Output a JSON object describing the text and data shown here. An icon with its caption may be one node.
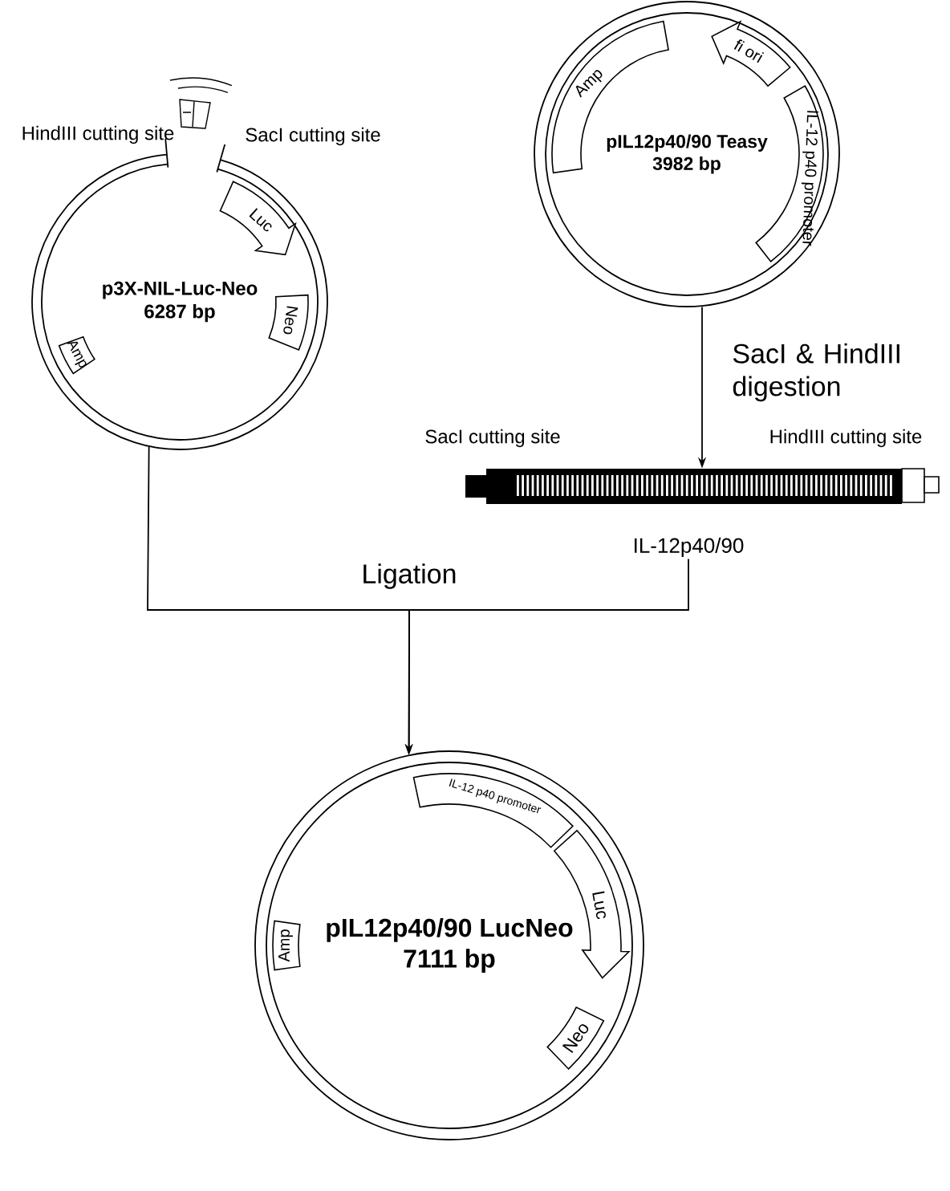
{
  "diagram": {
    "nodes": [
      {
        "text": [
          "p3X-NIL-Luc-Neo",
          "6287 bp"
        ]
      },
      {
        "text": [
          "Luc"
        ],
        "in": 0
      },
      {
        "text": [
          "Neo"
        ],
        "in": 0
      },
      {
        "text": [
          "Amp"
        ],
        "in": 0
      },
      {
        "text": [
          "pIL12p40/90 Teasy",
          "3982 bp"
        ]
      },
      {
        "text": [
          "Amp"
        ],
        "in": 4
      },
      {
        "text": [
          "fi ori"
        ],
        "in": 4
      },
      {
        "text": [
          "IL-12 p40 promoter"
        ],
        "in": 4
      },
      {
        "text": [],
        "shape": "bar"
      },
      {
        "text": [
          "IL-12p40/90"
        ]
      },
      {
        "text": [
          "pIL12p40/90 LucNeo",
          "7111 bp"
        ]
      },
      {
        "text": [
          "IL-12 p40 promoter"
        ],
        "in": 10
      },
      {
        "text": [
          "Luc"
        ],
        "in": 10
      },
      {
        "text": [
          "Neo"
        ],
        "in": 10
      },
      {
        "text": [
          "Amp"
        ],
        "in": 10
      }
    ],
    "edges": [
      {
        "from": 4,
        "to": 8,
        "arrow": "to",
        "label": "SacI & HindIII digestion"
      },
      {
        "from": 0,
        "to": 10,
        "arrow": "to",
        "label": "Ligation"
      },
      {
        "from": 9,
        "to": 10,
        "arrow": "to"
      }
    ],
    "labels": [
      "HindIII cutting site",
      "SacI cutting site",
      "SacI cutting site",
      "HindIII cutting site"
    ]
  }
}
